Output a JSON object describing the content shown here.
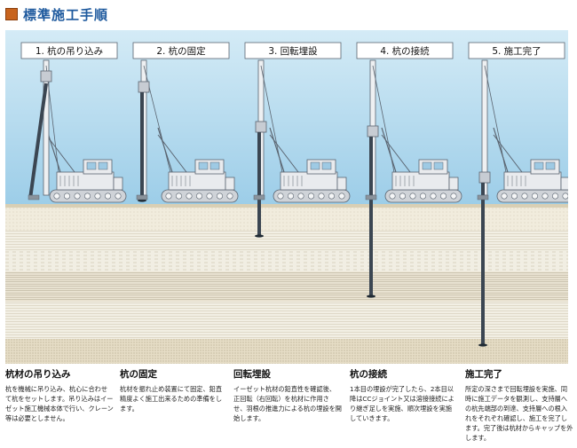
{
  "header": {
    "title": "標準施工手順"
  },
  "steps": [
    {
      "label": "1. 杭の吊り込み",
      "title": "杭材の吊り込み",
      "body": "杭を機械に吊り込み、杭心に合わせて杭をセットします。吊り込みはイーゼット施工機械本体で行い、クレーン等は必要としません。"
    },
    {
      "label": "2. 杭の固定",
      "title": "杭の固定",
      "body": "杭材を振れ止め装置にて固定、鉛直精度よく施工出来るための準備をします。"
    },
    {
      "label": "3. 回転埋設",
      "title": "回転埋設",
      "body": "イーゼット杭材の鉛直性を確認後、正回転（右回転）を杭材に作用させ、羽根の推進力による杭の埋設を開始します。"
    },
    {
      "label": "4. 杭の接続",
      "title": "杭の接続",
      "body": "1本目の埋設が完了したら、2本目以降はCCジョイント又は溶接接続により継ぎ足しを実施、順次埋設を実施していきます。"
    },
    {
      "label": "5. 施工完了",
      "title": "施工完了",
      "body": "所定の深さまで回転埋設を実施、同時に施工データを観測し、支持層への杭先端部の到達、支持層への根入れをそれぞれ確認し、施工を完了します。完了後は杭材からキャップを外します。"
    }
  ],
  "colors": {
    "sky": "#b7dcef",
    "ground": "#efe9d8",
    "machine": "#e9ebee",
    "frame": "#5a6470",
    "accent_title": "#1f5a9e",
    "title_icon": "#c8641e"
  }
}
